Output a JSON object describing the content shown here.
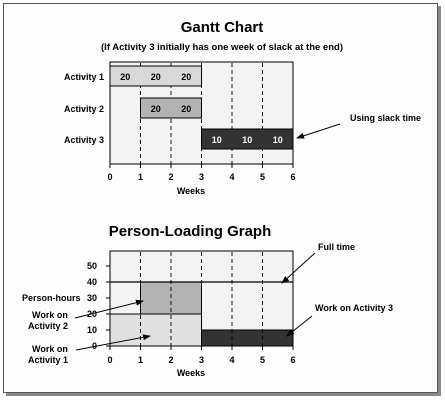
{
  "gantt": {
    "title": "Gantt Chart",
    "subtitle": "(If Activity 3 initially has one week of slack at the end)",
    "activities": [
      {
        "label": "Activity 1",
        "start": 0,
        "end": 3,
        "values": [
          "20",
          "20",
          "20"
        ],
        "color": "#d9d9d9",
        "text_color": "#000000"
      },
      {
        "label": "Activity 2",
        "start": 1,
        "end": 3,
        "values": [
          "20",
          "20"
        ],
        "color": "#b3b3b3",
        "text_color": "#000000"
      },
      {
        "label": "Activity 3",
        "start": 3,
        "end": 6,
        "values": [
          "10",
          "10",
          "10"
        ],
        "color": "#333333",
        "text_color": "#ffffff"
      }
    ],
    "x_ticks": [
      "0",
      "1",
      "2",
      "3",
      "4",
      "5",
      "6"
    ],
    "xlabel": "Weeks",
    "annotation": "Using slack time"
  },
  "loading": {
    "title": "Person-Loading Graph",
    "y_ticks": [
      "0",
      "10",
      "20",
      "30",
      "40",
      "50"
    ],
    "x_ticks": [
      "0",
      "1",
      "2",
      "3",
      "4",
      "5",
      "6"
    ],
    "xlabel": "Weeks",
    "ylabel": "Person-hours",
    "full_time_level": 40,
    "blocks": [
      {
        "name": "activity-1",
        "x0": 0,
        "x1": 3,
        "y0": 0,
        "y1": 20,
        "color": "#e0e0e0"
      },
      {
        "name": "activity-2",
        "x0": 1,
        "x1": 3,
        "y0": 20,
        "y1": 40,
        "color": "#b3b3b3"
      },
      {
        "name": "activity-3",
        "x0": 3,
        "x1": 6,
        "y0": 0,
        "y1": 10,
        "color": "#333333"
      }
    ],
    "annotations": {
      "full_time": "Full time",
      "work_act3": "Work on Activity 3",
      "work_act2_line1": "Work on",
      "work_act2_line2": "Activity 2",
      "work_act1_line1": "Work on",
      "work_act1_line2": "Activity 1"
    }
  }
}
